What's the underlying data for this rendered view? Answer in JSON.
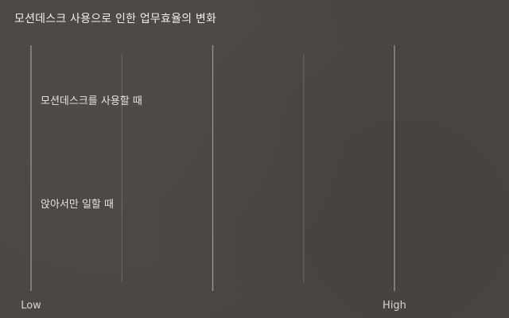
{
  "chart_data": {
    "type": "bar",
    "title": "모션데스크 사용으로 인한 업무효율의 변화",
    "categories": [
      "모션데스크를 사용할 때",
      "앉아서만 일할 때"
    ],
    "values": [
      null,
      null
    ],
    "xlabel": "",
    "ylabel": "",
    "xlim": [
      0,
      4
    ],
    "x_tick_labels": [
      "Low",
      "",
      "",
      "",
      "High"
    ],
    "orientation": "horizontal",
    "grid": true,
    "colors": {
      "background": "#4a4643",
      "title": "#f2efea",
      "category_label": "#e6e2dd",
      "tick_label": "#d8d4cf",
      "grid_major": "#8f939c",
      "grid_minor": "#6e6b68"
    }
  }
}
